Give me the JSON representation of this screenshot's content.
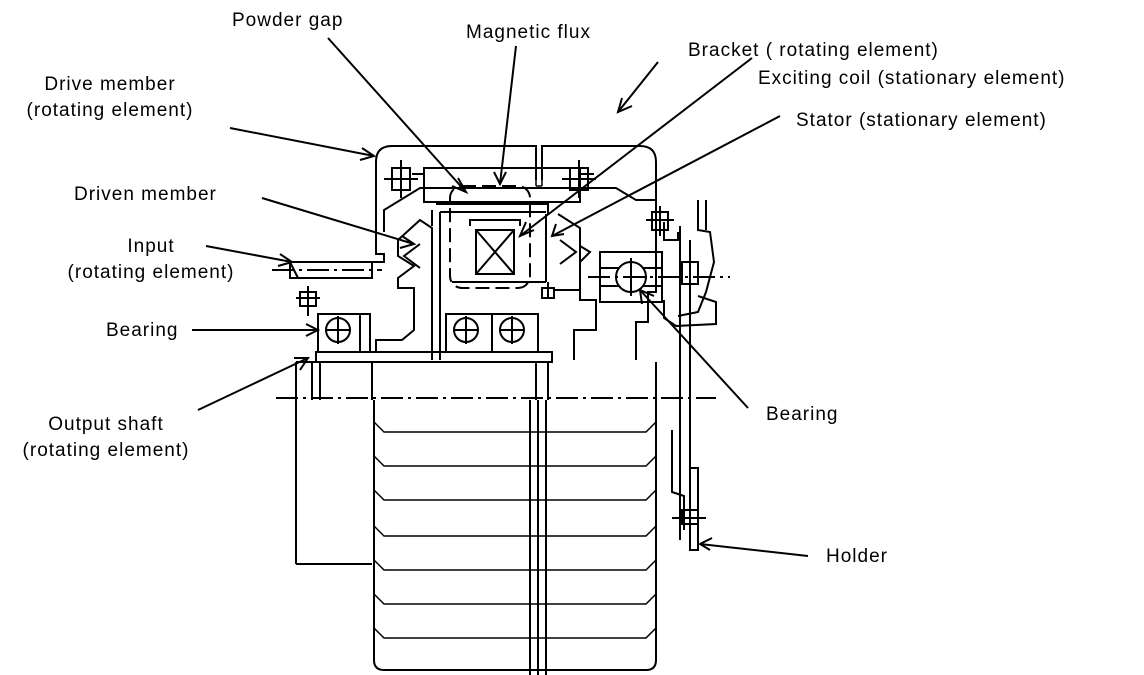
{
  "labels": {
    "powder_gap": "Powder gap",
    "magnetic_flux": "Magnetic flux",
    "bracket": "Bracket ( rotating element)",
    "drive_member_1": "Drive member",
    "drive_member_2": "(rotating element)",
    "exciting_coil": "Exciting coil  (stationary element)",
    "stator": "Stator  (stationary element)",
    "driven_member": "Driven member",
    "input_1": "Input",
    "input_2": "(rotating element)",
    "bearing_left": "Bearing",
    "output_shaft_1": "Output shaft",
    "output_shaft_2": "(rotating element)",
    "bearing_right": "Bearing",
    "holder": "Holder"
  }
}
